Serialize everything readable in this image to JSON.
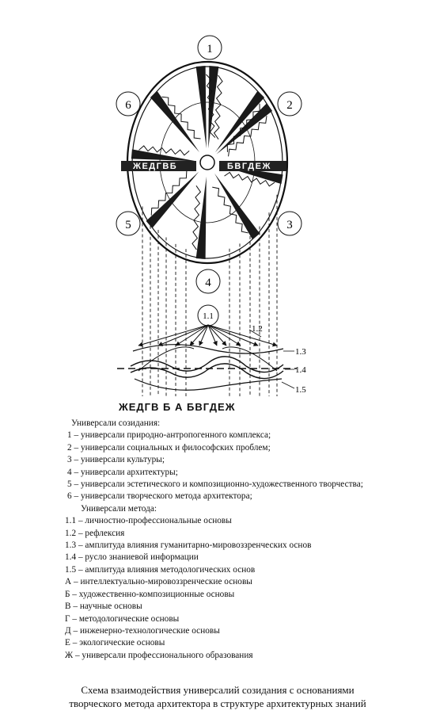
{
  "diagram": {
    "section_numbers": [
      "1",
      "2",
      "3",
      "4",
      "5",
      "6"
    ],
    "center_label": "1.1",
    "side_labels": [
      "1.2",
      "1.3",
      "1.4",
      "1.5"
    ],
    "left_letters": "ЖЕДГВБ",
    "right_letters": "БВГДЕЖ",
    "bottom_letters": "ЖЕДГВ Б А БВГДЕЖ"
  },
  "legend": {
    "universals_header": "Универсали созидания:",
    "universals": [
      "1 – универсали природно-антропогенного комплекса;",
      "2 – универсали социальных и философских проблем;",
      "3 – универсали культуры;",
      "4 – универсали архитектуры;",
      "5 – универсали эстетического и композиционно-художественного творчества;",
      "6 – универсали творческого метода архитектора;"
    ],
    "method_header": "Универсали метода:",
    "method": [
      "1.1 – личностно-профессиональные основы",
      "1.2 – рефлексия",
      "1.3 – амплитуда влияния гуманитарно-мировоззренческих основ",
      "1.4 – русло знаниевой информации",
      "1.5 – амплитуда влияния методологических основ",
      "А – интеллектуально-мировоззренческие основы",
      "Б – художественно-композиционные основы",
      "В – научные основы",
      "Г – методологические основы",
      "Д – инженерно-технологические основы",
      "Е – экологические основы",
      "Ж – универсали профессионального образования"
    ]
  },
  "caption": {
    "line1": "Схема взаимодействия универсалий созидания с основаниями",
    "line2": "творческого метода архитектора в структуре архитектурных знаний"
  }
}
